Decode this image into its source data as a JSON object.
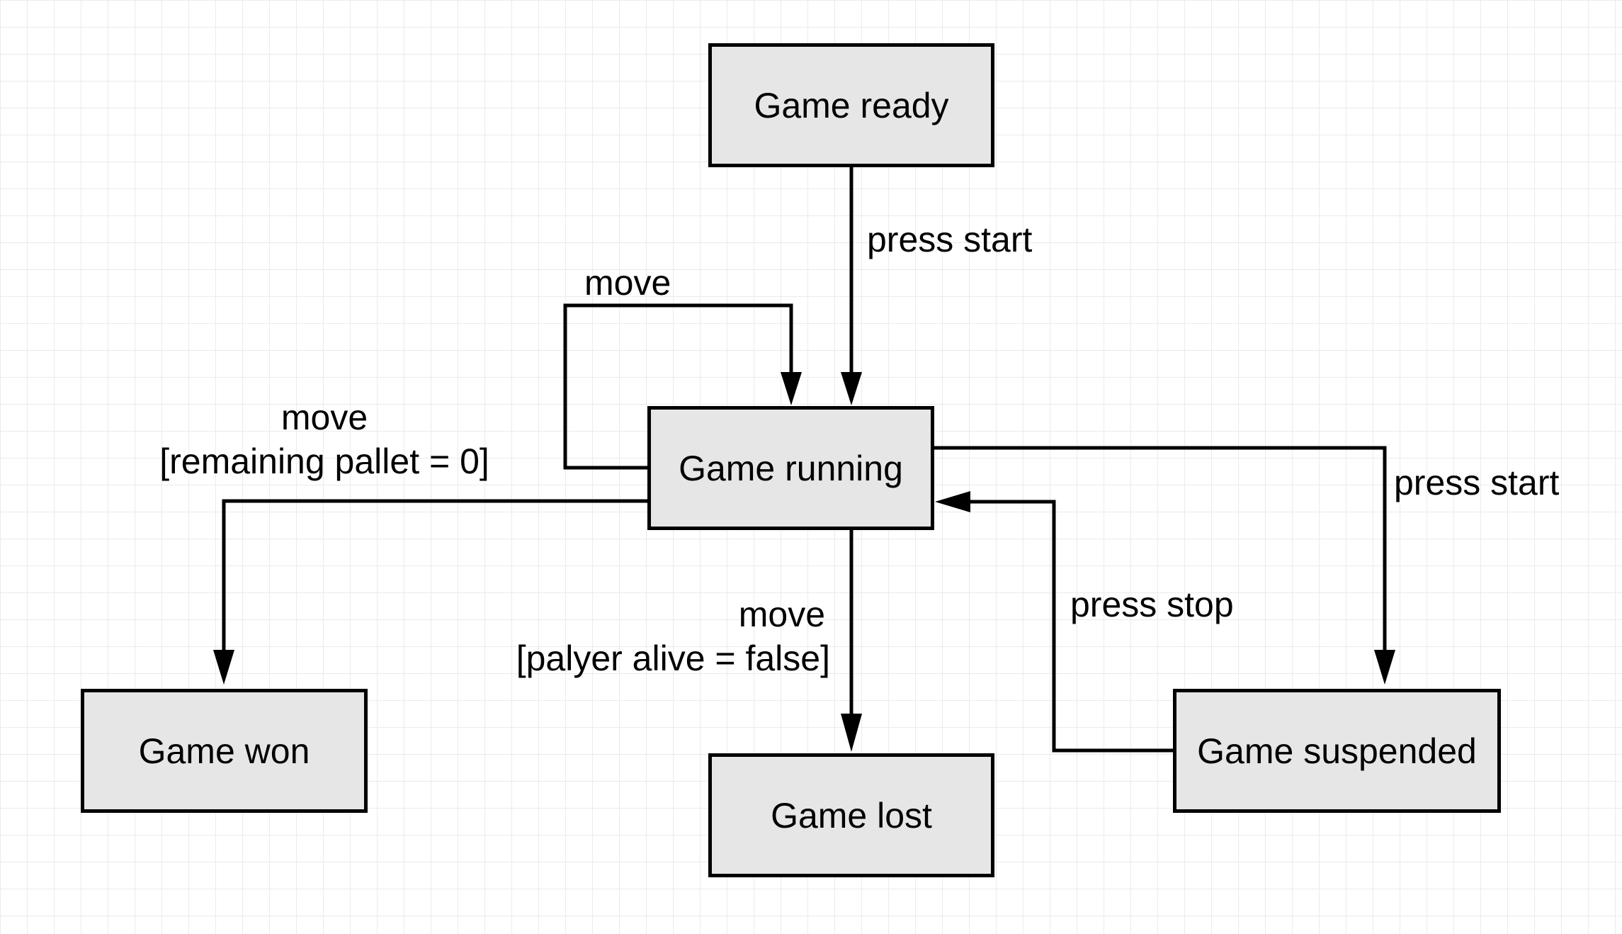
{
  "states": {
    "ready": "Game ready",
    "running": "Game running",
    "won": "Game won",
    "lost": "Game lost",
    "suspended": "Game suspended"
  },
  "transitions": {
    "ready_to_running": "press start",
    "self_loop": "move",
    "to_won": {
      "event": "move",
      "guard": "[remaining pallet = 0]"
    },
    "to_lost": {
      "event": "move",
      "guard": "[palyer alive = false]"
    },
    "to_suspended": "press start",
    "suspended_to_running": "press stop"
  }
}
